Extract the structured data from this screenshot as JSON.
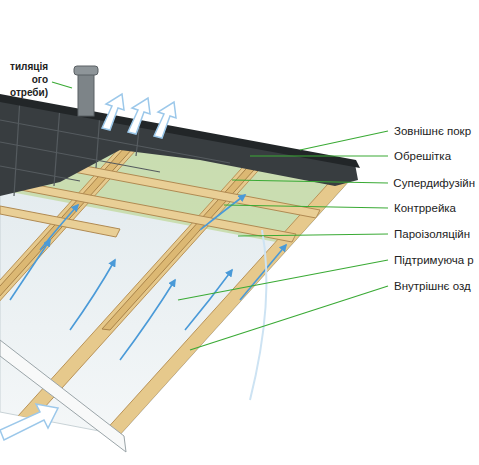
{
  "diagram": {
    "labels": [
      "тиляція ого отреби)",
      "Зовнішнє покр",
      "Обрешітка",
      "Супердифузійн",
      "Контррейка",
      "Пароізоляційн",
      "Підтримуюча р",
      "Внутрішнє озд"
    ]
  }
}
